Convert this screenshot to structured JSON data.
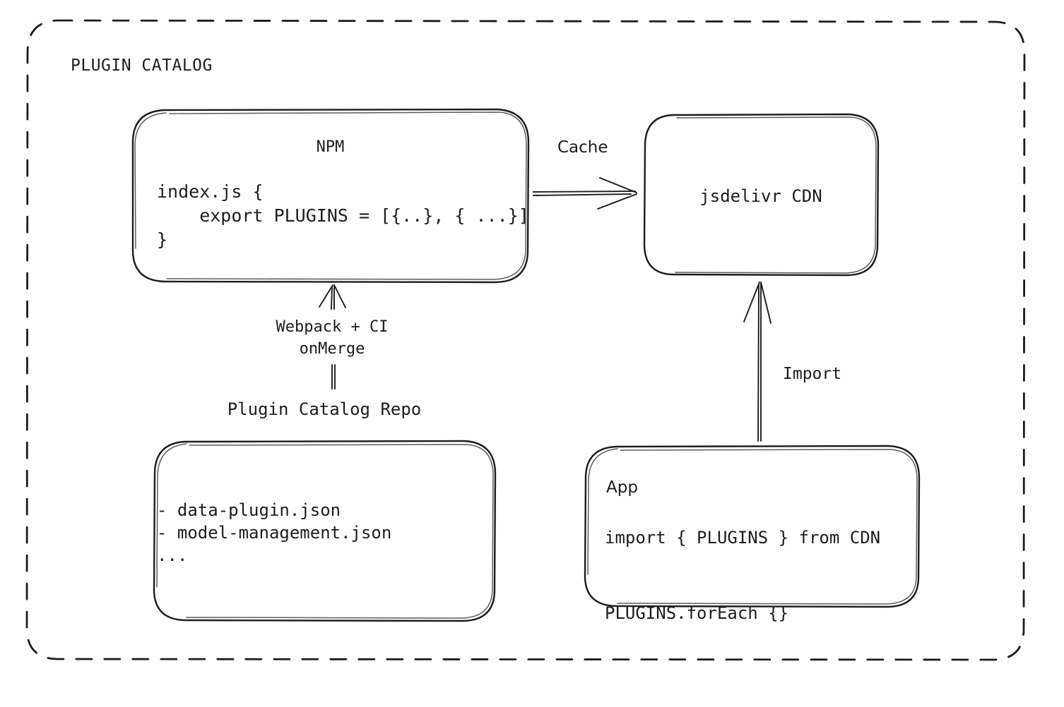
{
  "frame": {
    "title": "PLUGIN CATALOG",
    "style": "dashed-rounded-rectangle"
  },
  "colors": {
    "ink": "#1d1d1f",
    "background": "#ffffff"
  },
  "nodes": {
    "npm": {
      "title": "NPM",
      "code": "index.js {\n    export PLUGINS = [{..}, { ...}]\n}"
    },
    "cdn": {
      "title": "jsdelivr CDN"
    },
    "repo": {
      "caption": "Plugin Catalog Repo",
      "items": "- data-plugin.json\n- model-management.json\n..."
    },
    "app": {
      "title": "App",
      "code": "import { PLUGINS } from CDN\n\nPLUGINS.forEach {}"
    }
  },
  "edges": {
    "cache": {
      "label": "Cache",
      "from": "npm",
      "to": "cdn",
      "direction": "right"
    },
    "build": {
      "label": "Webpack + CI\nonMerge",
      "from": "repo",
      "to": "npm",
      "direction": "up"
    },
    "import": {
      "label": "Import",
      "from": "app",
      "to": "cdn",
      "direction": "up"
    }
  }
}
